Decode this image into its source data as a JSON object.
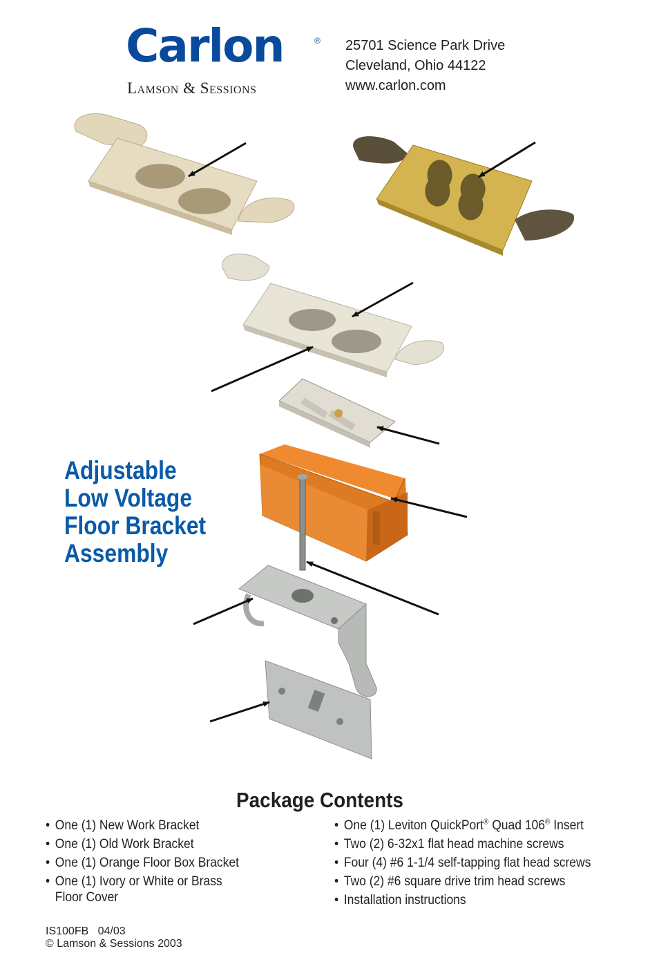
{
  "header": {
    "logo": "Carlon",
    "registered_mark": "®",
    "logo_subtitle": "Lamson & Sessions",
    "address": [
      "25701 Science Park Drive",
      "Cleveland, Ohio 44122",
      "www.carlon.com"
    ]
  },
  "title_lines": [
    "Adjustable",
    "Low Voltage",
    "Floor Bracket",
    "Assembly"
  ],
  "package": {
    "heading": "Package Contents",
    "left": [
      "One (1) New Work Bracket",
      "One (1) Old Work Bracket",
      "One (1) Orange Floor Box Bracket",
      "One (1) Ivory or White or Brass"
    ],
    "left_continuation": "Floor Cover",
    "right_first": {
      "pre": "One (1) Leviton QuickPort",
      "mid": " Quad 106",
      "post": " Insert",
      "mark": "®"
    },
    "right": [
      "Two (2) 6-32x1 flat head machine screws",
      "Four (4) #6 1-1/4 self-tapping flat head screws",
      "Two (2) #6 square drive trim head screws",
      "Installation instructions"
    ]
  },
  "footer": [
    "IS100FB   04/03",
    "© Lamson & Sessions 2003"
  ],
  "colors": {
    "brand_blue": "#0a4a9c",
    "title_blue": "#0a5aa8",
    "ivory": "#e6dcc2",
    "brass": "#c8a63a",
    "orange": "#d9731e",
    "steel": "#b9bcbf"
  }
}
